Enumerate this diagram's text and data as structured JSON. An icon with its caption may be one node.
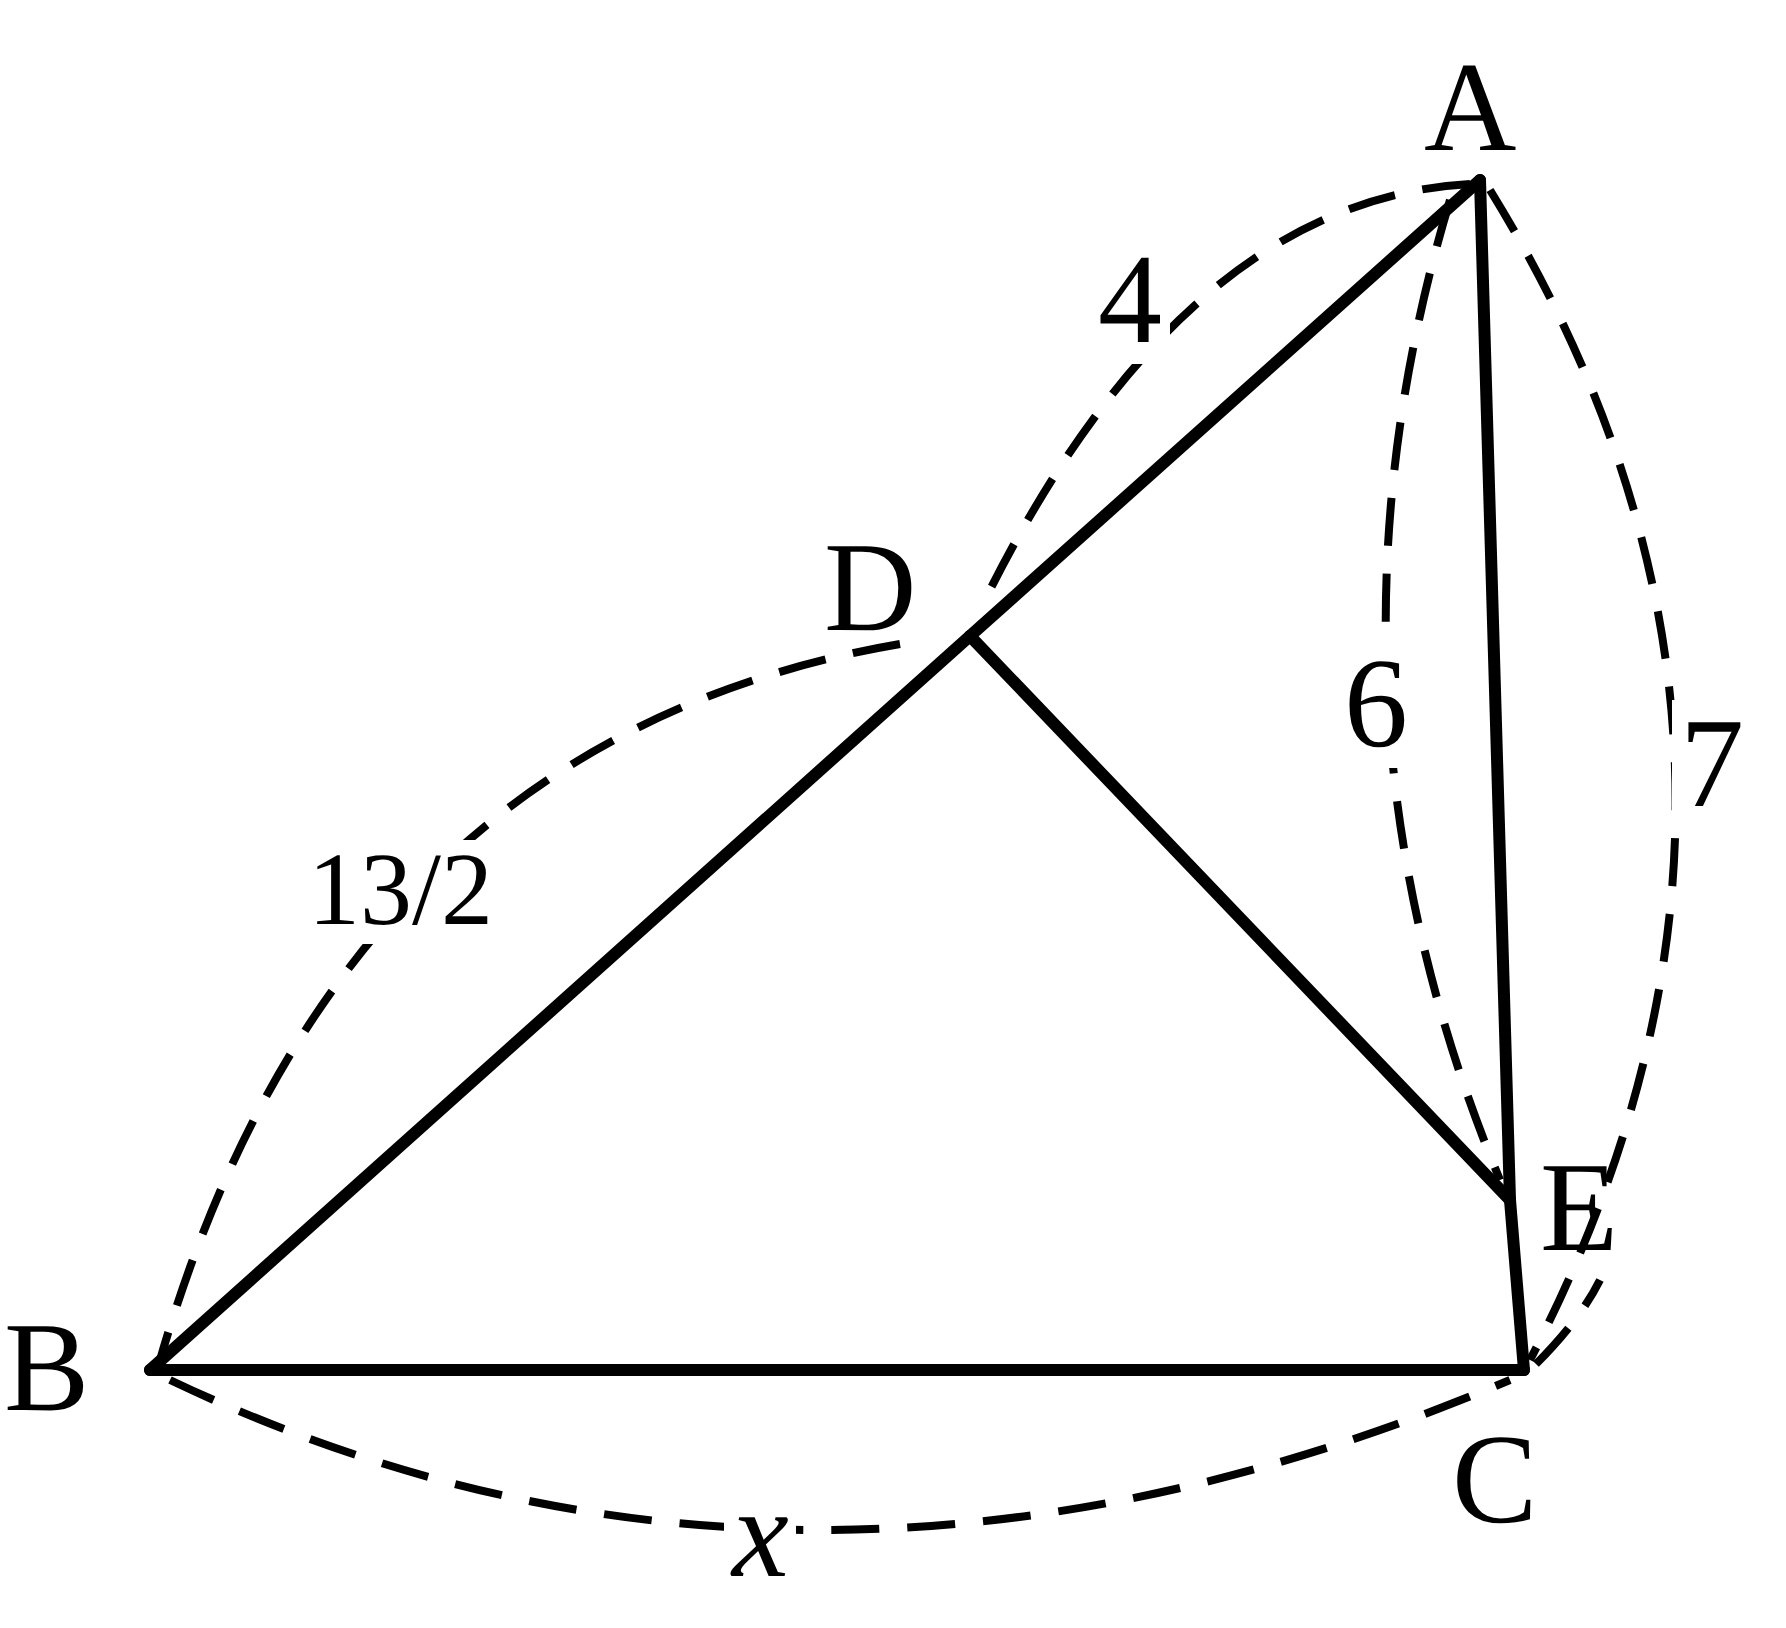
{
  "diagram": {
    "nodes": [
      {
        "text": [
          "A"
        ]
      },
      {
        "text": [
          "D"
        ]
      },
      {
        "text": [
          "B"
        ]
      },
      {
        "text": [
          "E"
        ]
      },
      {
        "text": [
          "C"
        ]
      }
    ],
    "edges": [
      {
        "from": 0,
        "to": 1,
        "arrow": "none"
      },
      {
        "from": 1,
        "to": 2,
        "arrow": "none"
      },
      {
        "from": 2,
        "to": 4,
        "arrow": "none"
      },
      {
        "from": 4,
        "to": 3,
        "arrow": "none"
      },
      {
        "from": 3,
        "to": 0,
        "arrow": "none"
      },
      {
        "from": 1,
        "to": 3,
        "arrow": "none"
      }
    ],
    "labels": [
      "4",
      "6",
      "7",
      "13/2",
      "x"
    ]
  }
}
